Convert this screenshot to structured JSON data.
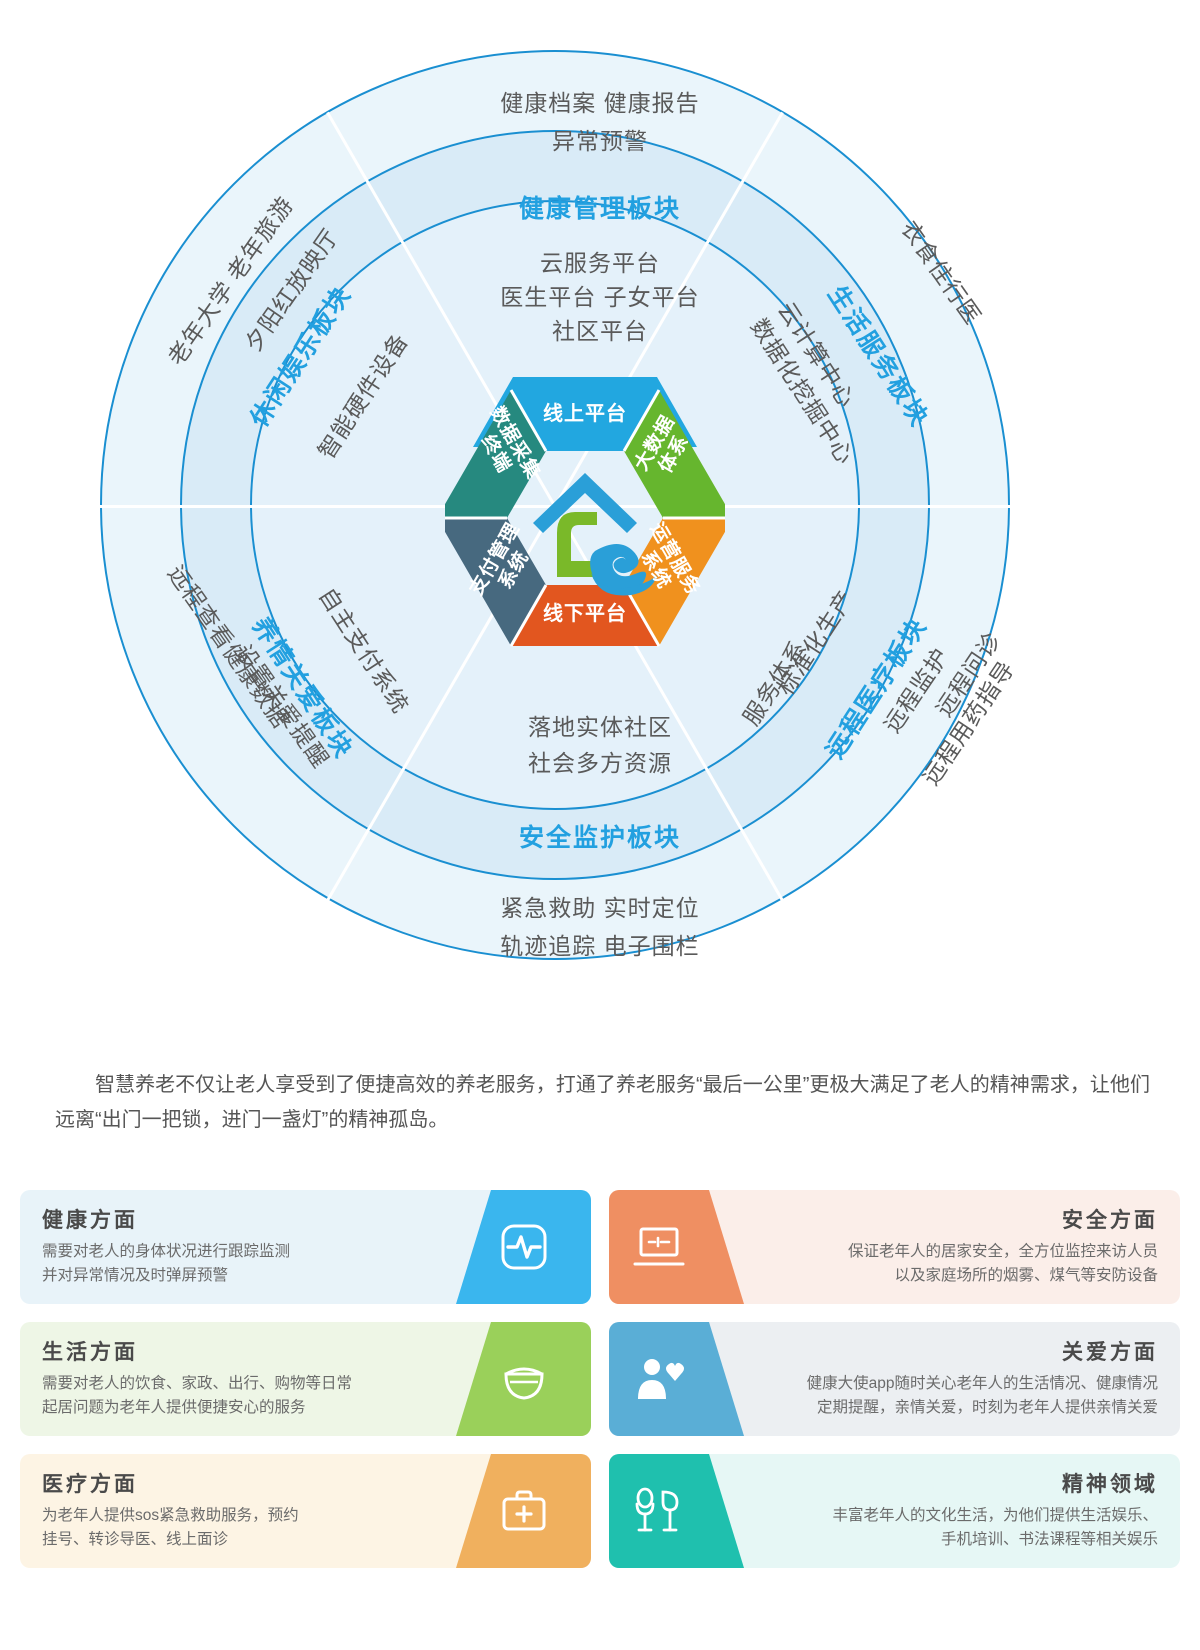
{
  "diagram": {
    "title_top": "健康管理板块",
    "outer_labels": {
      "top": [
        "健康档案  健康报告",
        "异常预警"
      ],
      "bottom": [
        "紧急救助  实时定位",
        "轨迹追踪  电子围栏"
      ],
      "upper_left": [
        "老年大学 老年旅游",
        "夕阳红放映厅"
      ],
      "upper_right": [
        "衣食住行医"
      ],
      "lower_left": [
        "远程查看健康数据",
        "设置关爱提醒"
      ],
      "lower_right": [
        "远程问诊",
        "远程监护",
        "远程用药指导"
      ]
    },
    "sector_titles": {
      "health": "健康管理板块",
      "life_service": "生活服务板块",
      "telemedicine": "远程医疗板块",
      "safety": "安全监护板块",
      "care": "养情关爱板块",
      "leisure": "休闲娱乐板块"
    },
    "inner_labels": {
      "top": [
        "云服务平台",
        "医生平台  子女平台",
        "社区平台"
      ],
      "bottom": [
        "落地实体社区",
        "社会多方资源"
      ],
      "upper_left": [
        "智能硬件设备"
      ],
      "upper_right": [
        "云计算中心",
        "数据化挖掘中心"
      ],
      "lower_left": [
        "自主支付系统"
      ],
      "lower_right": [
        "标准化生产",
        "服务体系"
      ]
    },
    "hexagon": {
      "segments": [
        {
          "label": "线上平台",
          "color": "#22a7e0"
        },
        {
          "label": "大数据\n体系",
          "color": "#66b62e"
        },
        {
          "label": "运营服务\n系统",
          "color": "#f0911e"
        },
        {
          "label": "线下平台",
          "color": "#e2561f"
        },
        {
          "label": "支付管理\n系统",
          "color": "#47697f"
        },
        {
          "label": "数据采集\n终端",
          "color": "#26897f"
        }
      ],
      "center_logo": "home-care-logo"
    }
  },
  "paragraph": "智慧养老不仅让老人享受到了便捷高效的养老服务，打通了养老服务“最后一公里”更极大满足了老人的精神需求，让他们远离“出门一把锁，进门一盏灯”的精神孤岛。",
  "cards": [
    {
      "title": "健康方面",
      "desc": "需要对老人的身体状况进行跟踪监测\n并对异常情况及时弹屏预警",
      "accent": "#3ab6ee",
      "bg": "#e8f3f9",
      "icon": "heartbeat-monitor-icon",
      "side": "right"
    },
    {
      "title": "安全方面",
      "desc": "保证老年人的居家安全，全方位监控来访人员\n以及家庭场所的烟雾、煤气等安防设备",
      "accent": "#ef8f62",
      "bg": "#fbeee9",
      "icon": "laptop-monitor-icon",
      "side": "left"
    },
    {
      "title": "生活方面",
      "desc": "需要对老人的饮食、家政、出行、购物等日常\n起居问题为老年人提供便捷安心的服务",
      "accent": "#9ad05a",
      "bg": "#eef6e6",
      "icon": "bowl-chopsticks-icon",
      "side": "right"
    },
    {
      "title": "关爱方面",
      "desc": "健康大使app随时关心老年人的生活情况、健康情况\n定期提醒，亲情关爱，时刻为老年人提供亲情关爱",
      "accent": "#5aaed6",
      "bg": "#eceff2",
      "icon": "person-heart-icon",
      "side": "left"
    },
    {
      "title": "医疗方面",
      "desc": "为老年人提供sos紧急救助服务，预约\n挂号、转诊导医、线上面诊",
      "accent": "#f0b05e",
      "bg": "#fdf4e4",
      "icon": "medical-kit-icon",
      "side": "right"
    },
    {
      "title": "精神领域",
      "desc": "丰富老年人的文化生活，为他们提供生活娱乐、\n手机培训、书法课程等相关娱乐",
      "accent": "#1fc0ae",
      "bg": "#e6f7f5",
      "icon": "microphone-icon",
      "side": "left"
    }
  ]
}
